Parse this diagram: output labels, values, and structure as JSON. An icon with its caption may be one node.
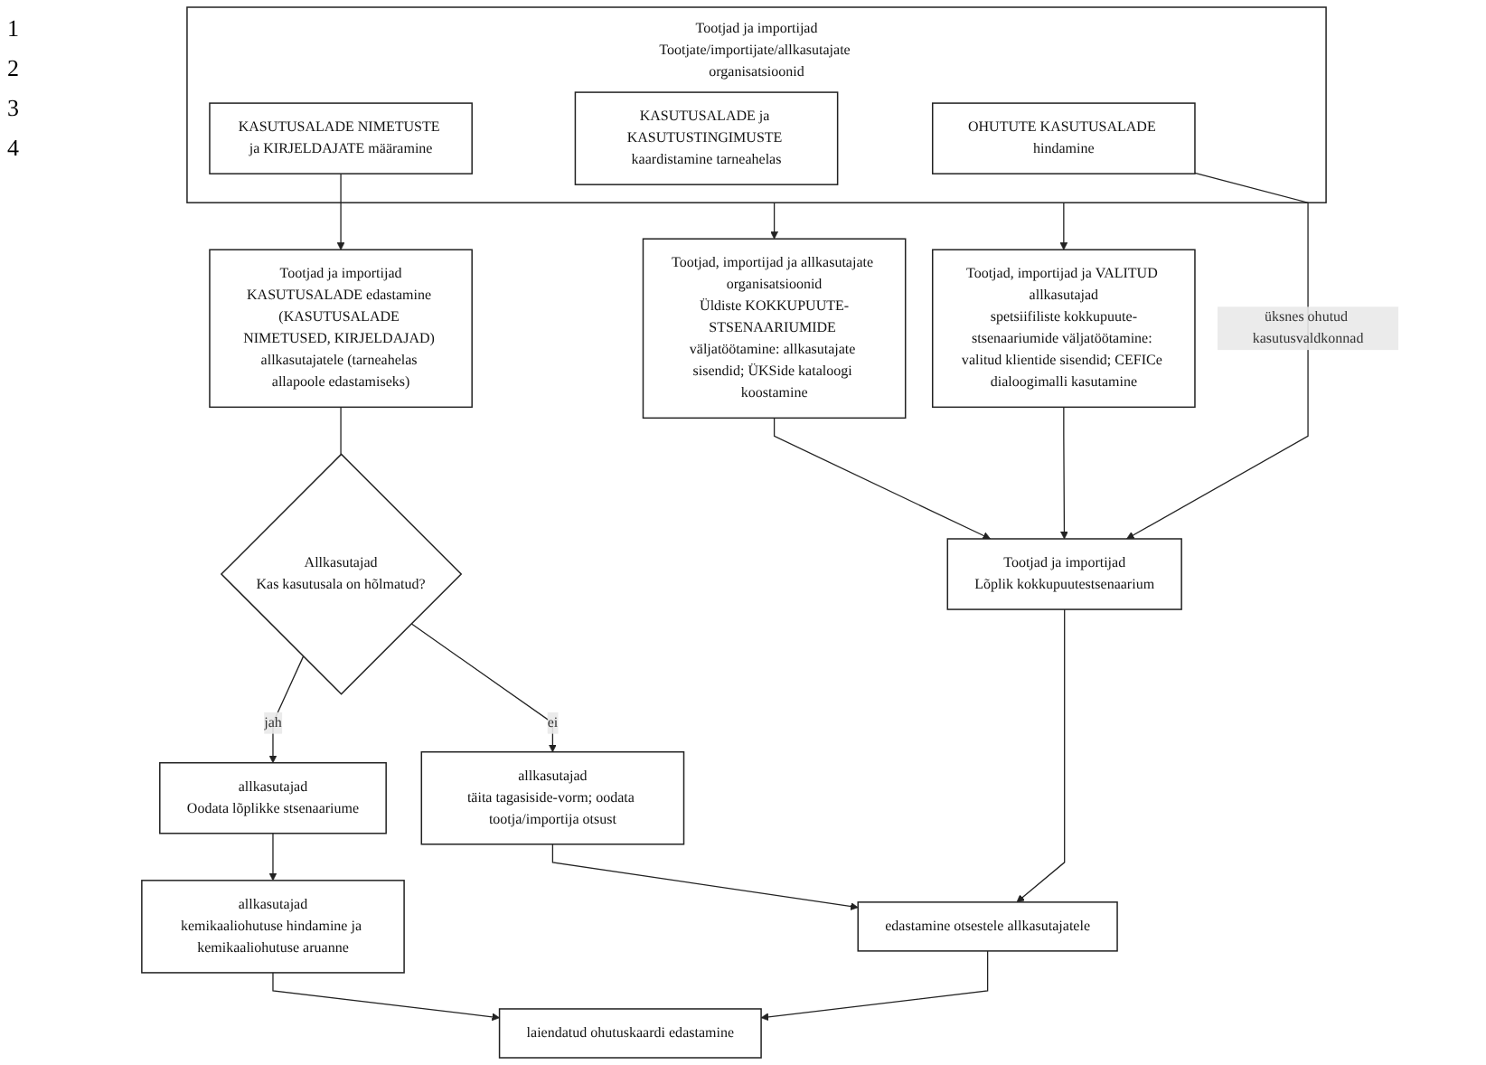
{
  "diagram": {
    "nodes": [
      {
        "text": [
          "Tootjad ja importijad",
          "Tootjate/importijate/allkasutajate organisatsioonid"
        ]
      },
      {
        "text": [
          "OHUTUTE KASUTUSALADE hindamine"
        ],
        "in": 0
      },
      {
        "text": [
          "KASUTUSALADE ja KASUTUSTINGIMUSTE kaardistamine tarneahelas"
        ],
        "in": 0
      },
      {
        "text": [
          "KASUTUSALADE NIMETUSTE ja KIRJELDAJATE määramine"
        ],
        "in": 0
      },
      {
        "text": [
          "Tootjad ja importijad",
          "KASUTUSALADE edastamine (KASUTUSALADE NIMETUSED, KIRJELDAJAD) allkasutajatele (tarneahelas allapoole edastamiseks)"
        ]
      },
      {
        "text": [
          "Allkasutajad",
          "Kas kasutusala on hõlmatud?"
        ]
      },
      {
        "text": [
          "allkasutajad",
          "Oodata lõplikke stsenaariume"
        ]
      },
      {
        "text": [
          "Tootjad, importijad ja allkasutajate organisatsioonid",
          "Üldiste KOKKUPUUTE-STSENAARIUMIDE väljatöötamine: allkasutajate sisendid; ÜKSide kataloogi koostamine"
        ]
      },
      {
        "text": [
          "Tootjad, importijad ja VALITUD allkasutajad",
          "spetsiifiliste kokkupuute-stsenaariumide väljatöötamine: valitud klientide sisendid; CEFICe dialoogimalli kasutamine"
        ]
      },
      {
        "text": [
          "allkasutajad",
          "täita tagasiside-vorm; oodata tootja/importija otsust"
        ]
      },
      {
        "text": [
          "allkasutajad",
          "kemikaaliohutuse hindamine ja kemikaaliohutuse aruanne"
        ]
      },
      {
        "text": [
          "Tootjad ja importijad",
          "Lõplik kokkupuutestsenaarium"
        ]
      },
      {
        "text": [
          "edastamine otsestele allkasutajatele"
        ]
      },
      {
        "text": [
          "laiendatud ohutuskaardi edastamine"
        ]
      }
    ],
    "edges": [
      {
        "from": 3,
        "to": 4,
        "arrow": "to"
      },
      {
        "from": 0,
        "to": 7,
        "arrow": "to"
      },
      {
        "from": 0,
        "to": 8,
        "arrow": "to"
      },
      {
        "from": 4,
        "to": 5,
        "arrow": "none"
      },
      {
        "from": 5,
        "to": 6,
        "label": "jah",
        "arrow": "to"
      },
      {
        "from": 5,
        "to": 9,
        "label": "ei",
        "arrow": "to"
      },
      {
        "from": 6,
        "to": 10,
        "arrow": "to"
      },
      {
        "from": 9,
        "to": 12,
        "arrow": "to"
      },
      {
        "from": 10,
        "to": 13,
        "arrow": "to"
      },
      {
        "from": 7,
        "to": 11,
        "arrow": "to"
      },
      {
        "from": 8,
        "to": 11,
        "arrow": "to"
      },
      {
        "from": 1,
        "to": 11,
        "label": "üksnes ohutud kasutusvaldkonnad",
        "arrow": "to"
      },
      {
        "from": 11,
        "to": 12,
        "arrow": "to"
      },
      {
        "from": 12,
        "to": 13,
        "arrow": "to"
      }
    ],
    "labels": [
      "1",
      "2",
      "3",
      "4"
    ]
  }
}
